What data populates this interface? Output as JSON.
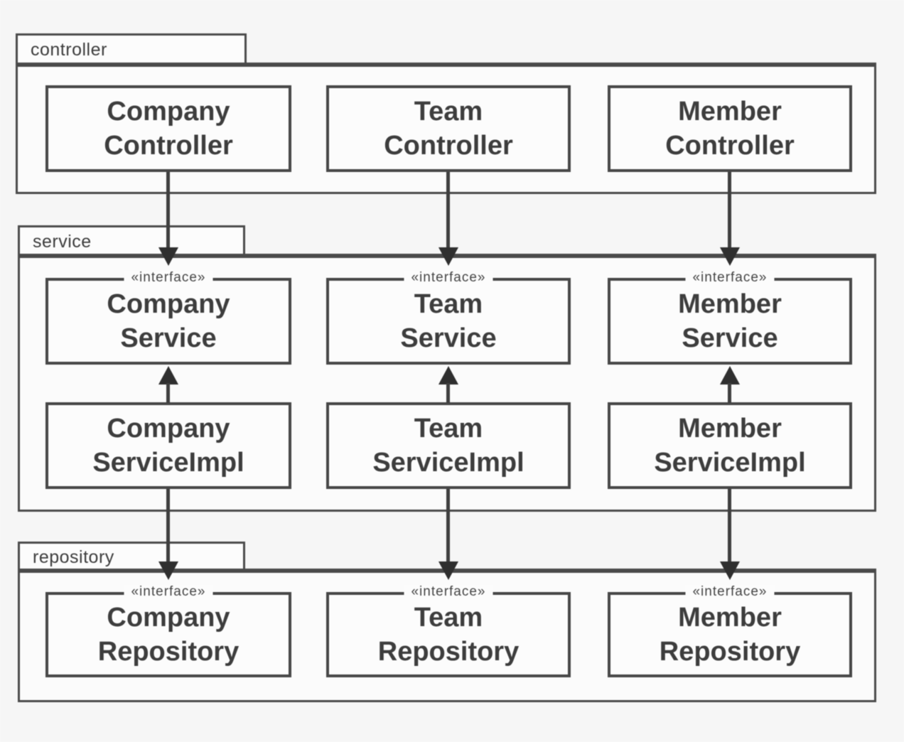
{
  "colors": {
    "line": "#4a4a4a",
    "text": "#3d3d3d",
    "canvas_bg": "#f6f6f6",
    "box_fill": "#fcfcfc"
  },
  "packages": [
    {
      "label": "controller",
      "boxes": [
        {
          "line1": "Company",
          "line2": "Controller"
        },
        {
          "line1": "Team",
          "line2": "Controller"
        },
        {
          "line1": "Member",
          "line2": "Controller"
        }
      ]
    },
    {
      "label": "service",
      "interfaces": [
        {
          "stereotype": "«interface»",
          "line1": "Company",
          "line2": "Service"
        },
        {
          "stereotype": "«interface»",
          "line1": "Team",
          "line2": "Service"
        },
        {
          "stereotype": "«interface»",
          "line1": "Member",
          "line2": "Service"
        }
      ],
      "impls": [
        {
          "line1": "Company",
          "line2": "ServiceImpl"
        },
        {
          "line1": "Team",
          "line2": "ServiceImpl"
        },
        {
          "line1": "Member",
          "line2": "ServiceImpl"
        }
      ]
    },
    {
      "label": "repository",
      "interfaces": [
        {
          "stereotype": "«interface»",
          "line1": "Company",
          "line2": "Repository"
        },
        {
          "stereotype": "«interface»",
          "line1": "Team",
          "line2": "Repository"
        },
        {
          "stereotype": "«interface»",
          "line1": "Member",
          "line2": "Repository"
        }
      ]
    }
  ],
  "relations": [
    {
      "from": "CompanyController",
      "to": "CompanyService",
      "arrow": "solid-triangle",
      "direction": "down"
    },
    {
      "from": "TeamController",
      "to": "TeamService",
      "arrow": "solid-triangle",
      "direction": "down"
    },
    {
      "from": "MemberController",
      "to": "MemberService",
      "arrow": "solid-triangle",
      "direction": "down"
    },
    {
      "from": "CompanyServiceImpl",
      "to": "CompanyService",
      "arrow": "solid-triangle",
      "direction": "up"
    },
    {
      "from": "TeamServiceImpl",
      "to": "TeamService",
      "arrow": "solid-triangle",
      "direction": "up"
    },
    {
      "from": "MemberServiceImpl",
      "to": "MemberService",
      "arrow": "solid-triangle",
      "direction": "up"
    },
    {
      "from": "CompanyServiceImpl",
      "to": "CompanyRepository",
      "arrow": "solid-triangle",
      "direction": "down"
    },
    {
      "from": "TeamServiceImpl",
      "to": "TeamRepository",
      "arrow": "solid-triangle",
      "direction": "down"
    },
    {
      "from": "MemberServiceImpl",
      "to": "MemberRepository",
      "arrow": "solid-triangle",
      "direction": "down"
    }
  ]
}
